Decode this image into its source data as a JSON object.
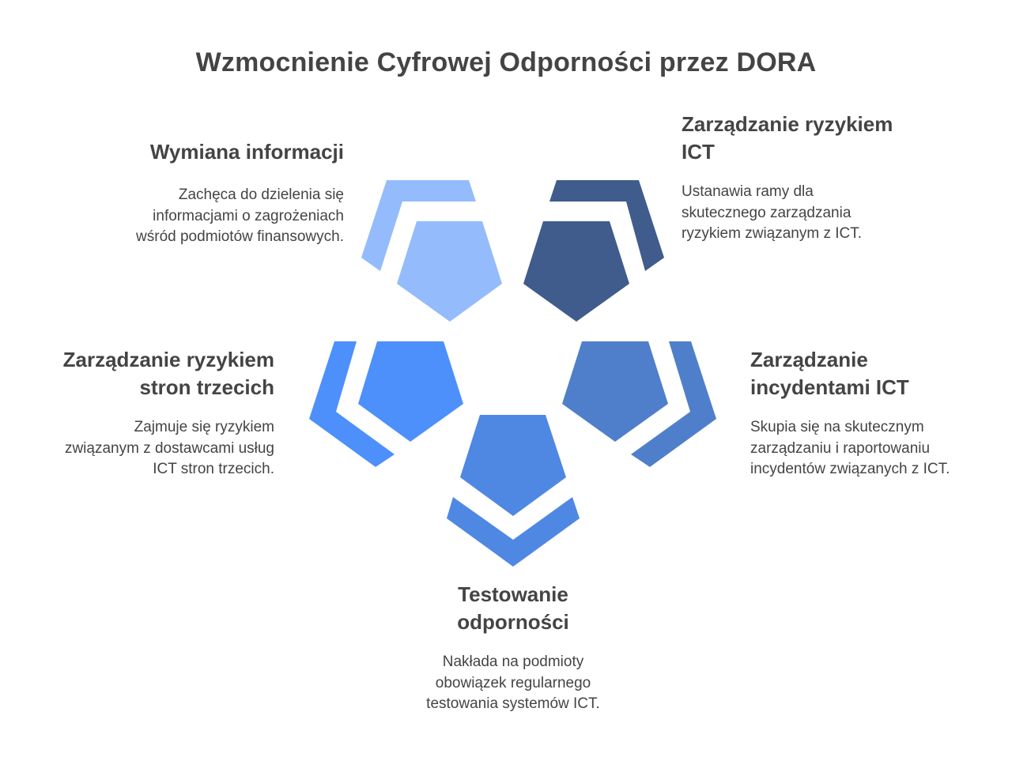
{
  "title": "Wzmocnienie Cyfrowej Odporności przez DORA",
  "colors": {
    "text": "#444444",
    "pale_blue": "#94BCFC",
    "navy": "#3F5C8C",
    "bright_blue": "#4D90FC",
    "medium_blue": "#4F7FCB",
    "bottom_blue": "#4F88E3"
  },
  "segments": [
    {
      "id": "info-sharing",
      "position": "top-left",
      "title": "Wymiana informacji",
      "description": "Zachęca do dzielenia się\ninformacjami o zagrożeniach\nwśród podmiotów finansowych.",
      "color": "#94BCFC"
    },
    {
      "id": "ict-risk",
      "position": "top-right",
      "title": "Zarządzanie ryzykiem\nICT",
      "description": "Ustanawia ramy dla\nskutecznego zarządzania\nryzykiem związanym z ICT.",
      "color": "#3F5C8C"
    },
    {
      "id": "third-party-risk",
      "position": "middle-left",
      "title": "Zarządzanie ryzykiem\nstron trzecich",
      "description": "Zajmuje się ryzykiem\nzwiązanym z dostawcami usług\nICT stron trzecich.",
      "color": "#4D90FC"
    },
    {
      "id": "incident-management",
      "position": "middle-right",
      "title": "Zarządzanie\nincydentami ICT",
      "description": "Skupia się na skutecznym\nzarządzaniu i raportowaniu\nincydentów związanych z ICT.",
      "color": "#4F7FCB"
    },
    {
      "id": "resilience-testing",
      "position": "bottom",
      "title": "Testowanie\nodporności",
      "description": "Nakłada na podmioty\nobowiązek regularnego\ntestowania systemów ICT.",
      "color": "#4F88E3"
    }
  ]
}
